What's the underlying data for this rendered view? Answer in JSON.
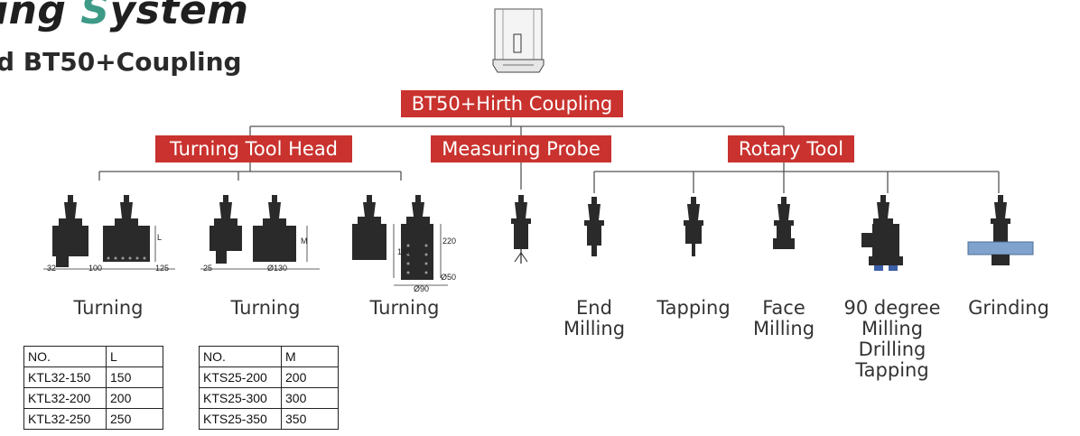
{
  "heading": {
    "title_prefix": "ing ",
    "title_accent": "S",
    "title_suffix": "ystem",
    "subtitle": "d BT50+Coupling"
  },
  "root_label": "BT50+Hirth Coupling",
  "categories": {
    "turning": "Turning Tool Head",
    "probe": "Measuring Probe",
    "rotary": "Rotary Tool"
  },
  "turning_items": [
    "Turning",
    "Turning",
    "Turning"
  ],
  "rotary_items": {
    "end_milling": [
      "End",
      "Milling"
    ],
    "tapping": "Tapping",
    "face_milling": [
      "Face",
      "Milling"
    ],
    "ninety": [
      "90 degree",
      "Milling",
      "Drilling",
      "Tapping"
    ],
    "grinding": "Grinding"
  },
  "dims": {
    "a": [
      "32",
      "100",
      "125",
      "L"
    ],
    "b": [
      "25",
      "Ø130",
      "M"
    ],
    "c": [
      "130",
      "220",
      "Ø50",
      "Ø90"
    ]
  },
  "table_kt": {
    "headers": [
      "NO.",
      "L"
    ],
    "rows": [
      [
        "KTL32-150",
        "150"
      ],
      [
        "KTL32-200",
        "200"
      ],
      [
        "KTL32-250",
        "250"
      ]
    ]
  },
  "table_ks": {
    "headers": [
      "NO.",
      "M"
    ],
    "rows": [
      [
        "KTS25-200",
        "200"
      ],
      [
        "KTS25-300",
        "300"
      ],
      [
        "KTS25-350",
        "350"
      ]
    ]
  },
  "colors": {
    "red_box": "#c9322e",
    "accent": "#3d9a86"
  },
  "icons": [
    "spindle-icon",
    "turning-head-icon",
    "measuring-probe-icon",
    "end-mill-holder-icon",
    "tapping-holder-icon",
    "face-mill-holder-icon",
    "angle-head-icon",
    "grinding-holder-icon"
  ]
}
